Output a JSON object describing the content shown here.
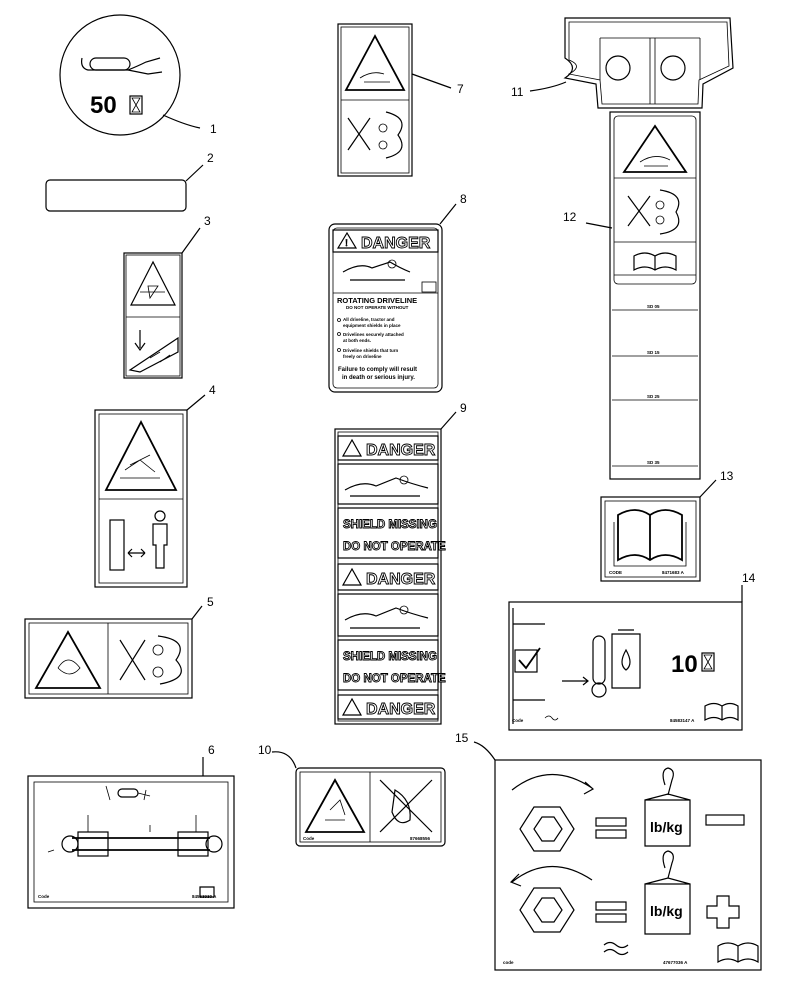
{
  "callouts": [
    "1",
    "2",
    "3",
    "4",
    "5",
    "6",
    "7",
    "8",
    "9",
    "10",
    "11",
    "12",
    "13",
    "14",
    "15"
  ],
  "decal1": {
    "hours": "50"
  },
  "decal8": {
    "header": "DANGER",
    "title": "ROTATING DRIVELINE",
    "subtitle": "DO NOT OPERATE WITHOUT",
    "bullets": [
      "All driveline, tractor and",
      "equipment shields in place",
      "Drivelines securely attached",
      "at both ends.",
      "Driveline shields that turn",
      "freely on driveline"
    ],
    "footer": [
      "Failure to comply will result",
      "in death or serious injury."
    ]
  },
  "decal9": {
    "danger": "DANGER",
    "shield_missing": "SHIELD MISSING",
    "do_not_operate": "DO NOT OPERATE"
  },
  "decal12": {
    "rows": [
      "SD 05",
      "SD 15",
      "SD 25",
      "SD 35"
    ]
  },
  "decal13": {
    "code_label": "CODE",
    "code": "8471683 A"
  },
  "decal14": {
    "hours": "10",
    "code_label": "Code",
    "code": "84583147 A"
  },
  "decal15": {
    "unit": "lb/kg",
    "code_label": "code",
    "code": "47677036 A"
  },
  "decal6": {
    "code_label": "Code",
    "code": "84563930 A"
  },
  "decal10": {
    "code_label": "Code",
    "code": "87668556"
  }
}
